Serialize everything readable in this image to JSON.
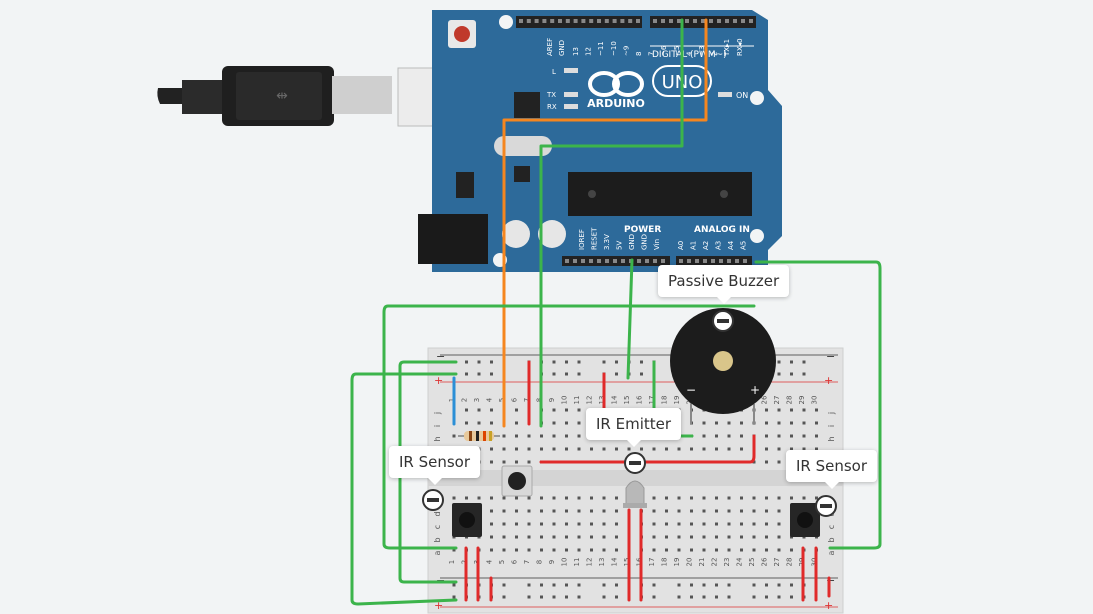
{
  "labels": {
    "buzzer": "Passive Buzzer",
    "emitter": "IR Emitter",
    "sensor_left": "IR Sensor",
    "sensor_right": "IR Sensor"
  },
  "arduino": {
    "brand": "ARDUINO",
    "model": "UNO",
    "on": "ON",
    "digital": "DIGITAL (PWM~)",
    "power": "POWER",
    "analog": "ANALOG IN",
    "aref": "AREF",
    "gnd": "GND",
    "led_l": "L",
    "led_tx": "TX",
    "led_rx": "RX",
    "digital_pins": [
      "13",
      "12",
      "~11",
      "~10",
      "~9",
      "8",
      "7",
      "~6",
      "~5",
      "4",
      "~3",
      "2",
      "TX▸1",
      "RX◂0"
    ],
    "power_pins": [
      "IOREF",
      "RESET",
      "3.3V",
      "5V",
      "GND",
      "GND",
      "Vin"
    ],
    "analog_pins": [
      "A0",
      "A1",
      "A2",
      "A3",
      "A4",
      "A5"
    ]
  },
  "breadboard": {
    "columns": [
      "1",
      "2",
      "3",
      "4",
      "5",
      "6",
      "7",
      "8",
      "9",
      "10",
      "11",
      "12",
      "13",
      "14",
      "15",
      "16",
      "17",
      "18",
      "19",
      "20",
      "21",
      "22",
      "23",
      "24",
      "25",
      "26",
      "27",
      "28",
      "29",
      "30"
    ],
    "rows_top": [
      "j",
      "i",
      "h",
      "g",
      "f"
    ],
    "rows_bottom": [
      "e",
      "d",
      "c",
      "b",
      "a"
    ],
    "rail_minus": "−",
    "rail_plus": "+"
  },
  "colors": {
    "wire_green": "#3cb44b",
    "wire_orange": "#f5861f",
    "wire_red": "#e02a2a",
    "wire_blue": "#2b8fd6",
    "board_blue": "#2d6a9a"
  }
}
